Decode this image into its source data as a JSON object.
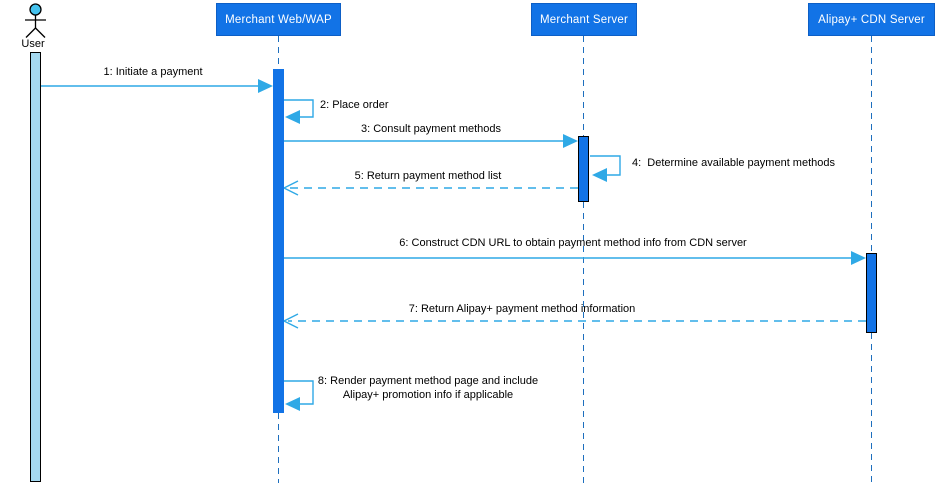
{
  "diagram": {
    "type": "uml-sequence",
    "background": "#ffffff"
  },
  "colors": {
    "participant_box": "#1273E6",
    "participant_text": "#ffffff",
    "activation_bar_blue": "#1273E6",
    "activation_bar_user": "#A5D9F0",
    "message_line": "#2FA9E6",
    "lifeline_dash": "#1D6FBE",
    "label_text": "#000000",
    "actor_head_fill": "#45C2EE"
  },
  "participants": [
    {
      "id": "user",
      "label": "User",
      "type": "actor"
    },
    {
      "id": "merchant-web",
      "label": "Merchant Web/WAP",
      "type": "box"
    },
    {
      "id": "merchant-server",
      "label": "Merchant Server",
      "type": "box"
    },
    {
      "id": "alipay-cdn",
      "label": "Alipay+ CDN Server",
      "type": "box"
    }
  ],
  "messages": [
    {
      "num": "1",
      "label": "1: Initiate a payment",
      "from": "user",
      "to": "merchant-web",
      "line": "solid",
      "self": false
    },
    {
      "num": "2",
      "label": "2: Place order",
      "from": "merchant-web",
      "to": "merchant-web",
      "line": "solid",
      "self": true
    },
    {
      "num": "3",
      "label": "3: Consult payment methods",
      "from": "merchant-web",
      "to": "merchant-server",
      "line": "solid",
      "self": false
    },
    {
      "num": "4",
      "label": "4:  Determine available payment methods",
      "from": "merchant-server",
      "to": "merchant-server",
      "line": "solid",
      "self": true
    },
    {
      "num": "5",
      "label": "5: Return payment method list",
      "from": "merchant-server",
      "to": "merchant-web",
      "line": "dashed",
      "self": false
    },
    {
      "num": "6",
      "label": "6: Construct CDN URL to obtain payment method info from CDN server",
      "from": "merchant-web",
      "to": "alipay-cdn",
      "line": "solid",
      "self": false
    },
    {
      "num": "7",
      "label": "7: Return Alipay+ payment method information",
      "from": "alipay-cdn",
      "to": "merchant-web",
      "line": "dashed",
      "self": false
    },
    {
      "num": "8",
      "label": "8: Render payment method page and include Alipay+ promotion info if applicable",
      "from": "merchant-web",
      "to": "merchant-web",
      "line": "solid",
      "self": true
    }
  ]
}
